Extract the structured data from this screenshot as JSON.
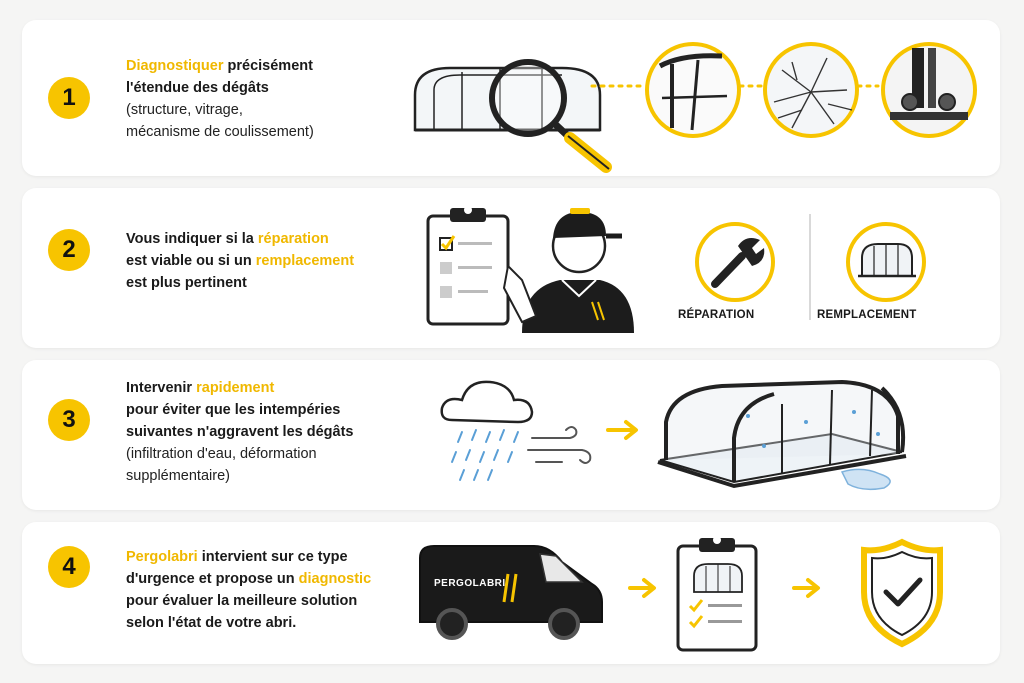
{
  "steps": [
    {
      "number": "1",
      "text": {
        "highlight": "Diagnostiquer",
        "rest1": " précisément",
        "line2": "l'étendue des dégâts",
        "detail1": "(structure, vitrage,",
        "detail2": "mécanisme de coulissement)"
      }
    },
    {
      "number": "2",
      "text": {
        "a": "Vous indiquer si la ",
        "highlight1": "réparation",
        "b": "est viable ou si un ",
        "highlight2": "remplacement",
        "c": "est plus pertinent"
      },
      "options": {
        "repair": "RÉPARATION",
        "replace": "REMPLACEMENT"
      }
    },
    {
      "number": "3",
      "text": {
        "a": "Intervenir ",
        "highlight": "rapidement",
        "line2": "pour éviter que les intempéries",
        "line3": "suivantes n'aggravent les dégâts",
        "detail1": "(infiltration d'eau, déformation",
        "detail2": "supplémentaire)"
      }
    },
    {
      "number": "4",
      "text": {
        "highlight1": "Pergolabri",
        "a": " intervient sur ce type",
        "b": "d'urgence et propose un ",
        "highlight2": "diagnostic",
        "c": "pour évaluer la meilleure solution",
        "d": "selon l'état de votre abri."
      },
      "van_label": "PERGOLABRI"
    }
  ],
  "colors": {
    "accent": "#f7c400",
    "ink": "#1a1a1a",
    "card": "#ffffff",
    "background": "#f5f5f4"
  }
}
